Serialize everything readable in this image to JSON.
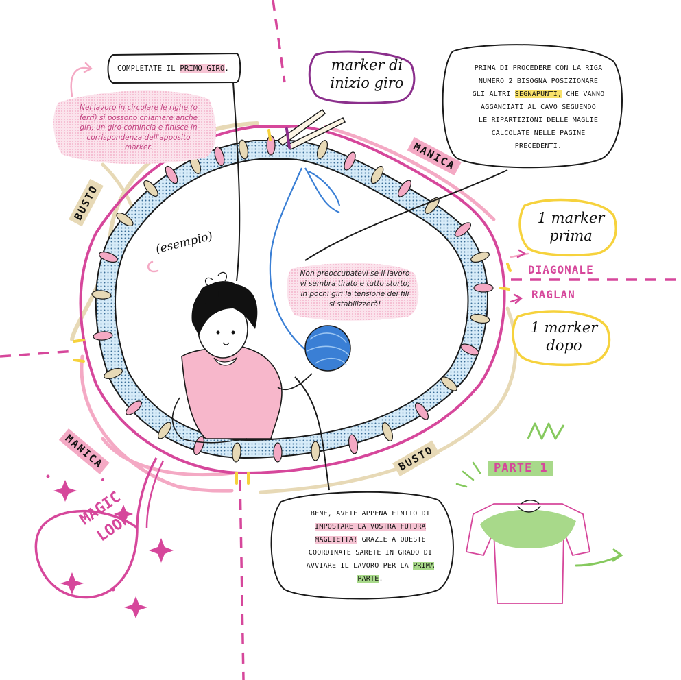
{
  "colors": {
    "magenta": "#d6479b",
    "pink": "#f4a9c4",
    "beige": "#e7d9b6",
    "yellow": "#f6d23d",
    "purple": "#8b2f8c",
    "blue": "#3a7fd5",
    "green": "#86c95e",
    "dots": "#bfdff5"
  },
  "bubbles": {
    "primo_giro": {
      "before": "Completate il ",
      "highlight": "primo giro",
      "after": "."
    },
    "segnapunti": {
      "line1": "Prima di procedere con la riga",
      "line2": "numero 2 bisogna posizionare",
      "line3_before": "gli altri ",
      "line3_highlight": "segnapunti,",
      "line3_after": " che vanno",
      "line4": "agganciati al cavo seguendo",
      "line5": "le ripartizioni delle maglie",
      "line6": "calcolate nelle pagine",
      "line7": "precedenti."
    },
    "bene": {
      "line1": "Bene, avete appena finito di",
      "line2_highlight": "impostare la vostra futura",
      "line3_highlight": "maglietta!",
      "line3_after": " Grazie a queste",
      "line4": "coordinate sarete in grado di",
      "line5_before": "avviare il lavoro per la ",
      "line5_highlight": "prima",
      "line6_highlight": "parte",
      "line6_after": "."
    }
  },
  "notes": {
    "circolare": {
      "line1": "Nel lavoro in circolare le righe (o",
      "line2": "ferri) si possono chiamare anche",
      "line3": "giri; un giro comincia e finisce in",
      "line4": "corrispondenza dell'apposito",
      "line5": "marker."
    },
    "preoccupatevi": {
      "line1": "Non preoccupatevi se il lavoro",
      "line2": "vi sembra tirato e tutto storto;",
      "line3": "in pochi giri la tensione dei fili",
      "line4": "si stabilizzerà!"
    }
  },
  "labels": {
    "marker_inizio_1": "marker di",
    "marker_inizio_2": "inizio giro",
    "marker_prima_1": "1 marker",
    "marker_prima_2": "prima",
    "marker_dopo_1": "1 marker",
    "marker_dopo_2": "dopo",
    "diagonale": "DIAGONALE",
    "raglan": "RAGLAN",
    "manica_top": "MANICA",
    "manica_bottom": "MANICA",
    "busto_left": "BUSTO",
    "busto_bottom": "BUSTO",
    "esempio": "(esempio)",
    "magic_loop_1": "MAGIC",
    "magic_loop_2": "LOOP",
    "parte_1": "PARTE 1"
  }
}
